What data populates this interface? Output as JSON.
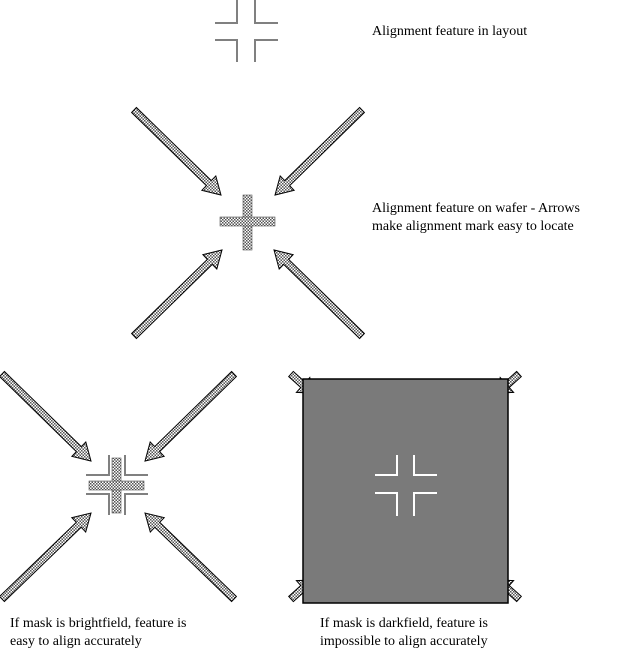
{
  "captions": {
    "layout": "Alignment feature in layout",
    "wafer_line1": "Alignment feature on wafer - Arrows",
    "wafer_line2": "make alignment mark  easy to locate",
    "brightfield_line1": "If mask is brightfield, feature is",
    "brightfield_line2": "easy to align accurately",
    "darkfield_line1": "If mask is darkfield, feature is",
    "darkfield_line2": "impossible to align accurately"
  },
  "colors": {
    "outline": "#000000",
    "hatch": "#555555",
    "layout_mark": "#808080",
    "dark_mask": "#7a7a7a",
    "window": "#ffffff"
  }
}
